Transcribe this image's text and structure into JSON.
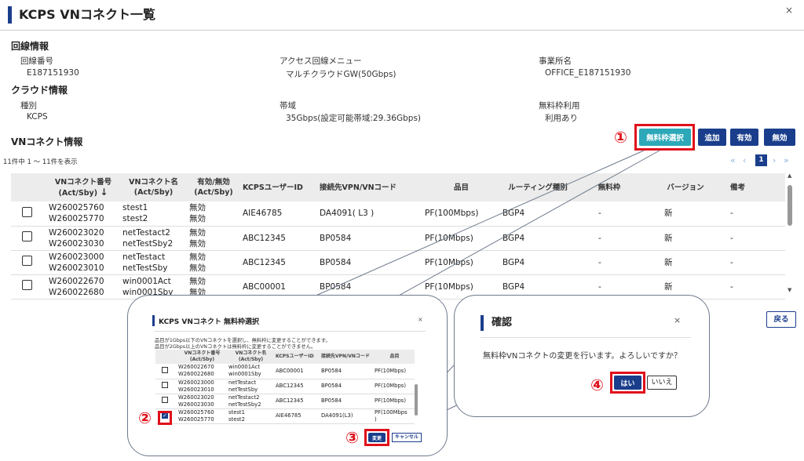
{
  "header": {
    "title": "KCPS VNコネクト一覧",
    "close": "×"
  },
  "line_info": {
    "title": "回線情報",
    "fields": [
      {
        "label": "回線番号",
        "value": "E187151930"
      },
      {
        "label": "アクセス回線メニュー",
        "value": "マルチクラウドGW(50Gbps)"
      },
      {
        "label": "事業所名",
        "value": "OFFICE_E187151930"
      }
    ]
  },
  "cloud_info": {
    "title": "クラウド情報",
    "fields": [
      {
        "label": "種別",
        "value": "KCPS"
      },
      {
        "label": "帯域",
        "value": "35Gbps(設定可能帯域:29.36Gbps)"
      },
      {
        "label": "無料枠利用",
        "value": "利用あり"
      }
    ]
  },
  "vn_info": {
    "title": "VNコネクト情報",
    "count": "11件中 1 〜 11件を表示",
    "buttons": {
      "free": "無料枠選択",
      "add": "追加",
      "enable": "有効",
      "disable": "無効"
    },
    "pager": {
      "first": "«",
      "prev": "‹",
      "page": "1",
      "next": "›",
      "last": "»"
    },
    "columns": [
      "VNコネクト番号\n(Act/Sby)",
      "VNコネクト名\n(Act/Sby)",
      "有効/無効\n(Act/Sby)",
      "KCPSユーザーID",
      "接続先VPN/VNコード",
      "品目",
      "ルーティング種別",
      "無料枠",
      "バージョン",
      "備考"
    ],
    "sort_icon": "↓",
    "rows": [
      {
        "no": "W260025760\nW260025770",
        "name": "stest1\nstest2",
        "status": "無効\n無効",
        "user": "AIE46785",
        "vpn": "DA4091( L3 )",
        "item": "PF(100Mbps)",
        "routing": "BGP4",
        "free": "-",
        "ver": "新",
        "note": "-"
      },
      {
        "no": "W260023020\nW260023030",
        "name": "netTestact2\nnetTestSby2",
        "status": "無効\n無効",
        "user": "ABC12345",
        "vpn": "BP0584",
        "item": "PF(10Mbps)",
        "routing": "BGP4",
        "free": "-",
        "ver": "新",
        "note": "-"
      },
      {
        "no": "W260023000\nW260023010",
        "name": "netTestact\nnetTestSby",
        "status": "無効\n無効",
        "user": "ABC12345",
        "vpn": "BP0584",
        "item": "PF(10Mbps)",
        "routing": "BGP4",
        "free": "-",
        "ver": "新",
        "note": "-"
      },
      {
        "no": "W260022670\nW260022680",
        "name": "win0001Act\nwin0001Sby",
        "status": "無効\n無効",
        "user": "ABC00001",
        "vpn": "BP0584",
        "item": "PF(10Mbps)",
        "routing": "BGP4",
        "free": "-",
        "ver": "新",
        "note": "-"
      }
    ],
    "back": "戻る"
  },
  "free_dialog": {
    "title": "KCPS VNコネクト 無料枠選択",
    "close": "×",
    "note1": "品目が1Gbps以下のVNコネクトを選択し、無料枠に変更することができます。",
    "note2": "品目が2Gbps以上のVNコネクトは無料枠に変更することができません。",
    "columns": [
      "VNコネクト番号\n(Act/Sby)",
      "VNコネクト名\n(Act/Sby)",
      "KCPSユーザーID",
      "接続先VPN/VNコード",
      "品目"
    ],
    "rows": [
      {
        "no": "W260022670\nW260022680",
        "name": "win0001Act\nwin0001Sby",
        "user": "ABC00001",
        "vpn": "BP0584",
        "item": "PF(10Mbps)",
        "checked": false
      },
      {
        "no": "W260023000\nW260023010",
        "name": "netTestact\nnetTestSby",
        "user": "ABC12345",
        "vpn": "BP0584",
        "item": "PF(10Mbps)",
        "checked": false
      },
      {
        "no": "W260023020\nW260023030",
        "name": "netTestact2\nnetTestSby2",
        "user": "ABC12345",
        "vpn": "BP0584",
        "item": "PF(10Mbps)",
        "checked": false
      },
      {
        "no": "W260025760\nW260025770",
        "name": "stest1\nstest2",
        "user": "AIE46785",
        "vpn": "DA4091(L3)",
        "item": "PF(100Mbps\n)",
        "checked": true
      }
    ],
    "change": "変更",
    "cancel": "キャンセル"
  },
  "confirm_dialog": {
    "title": "確認",
    "close": "×",
    "message": "無料枠VNコネクトの変更を行います。よろしいですか？",
    "yes": "はい",
    "no": "いいえ"
  },
  "markers": {
    "m1": "①",
    "m2": "②",
    "m3": "③",
    "m4": "④"
  },
  "colors": {
    "brand": "#1a3e8c",
    "accent": "#2ca8b8",
    "highlight": "#e0101a"
  }
}
